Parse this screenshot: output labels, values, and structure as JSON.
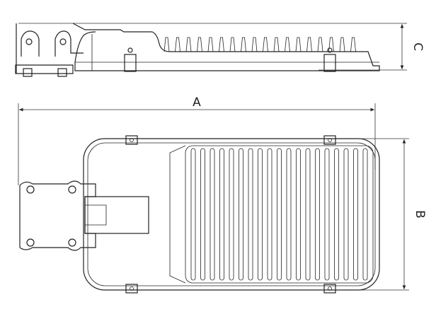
{
  "dimensions": {
    "length_label": "A",
    "width_label": "B",
    "height_label": "C"
  },
  "colors": {
    "line": "#222222",
    "background": "#ffffff"
  }
}
